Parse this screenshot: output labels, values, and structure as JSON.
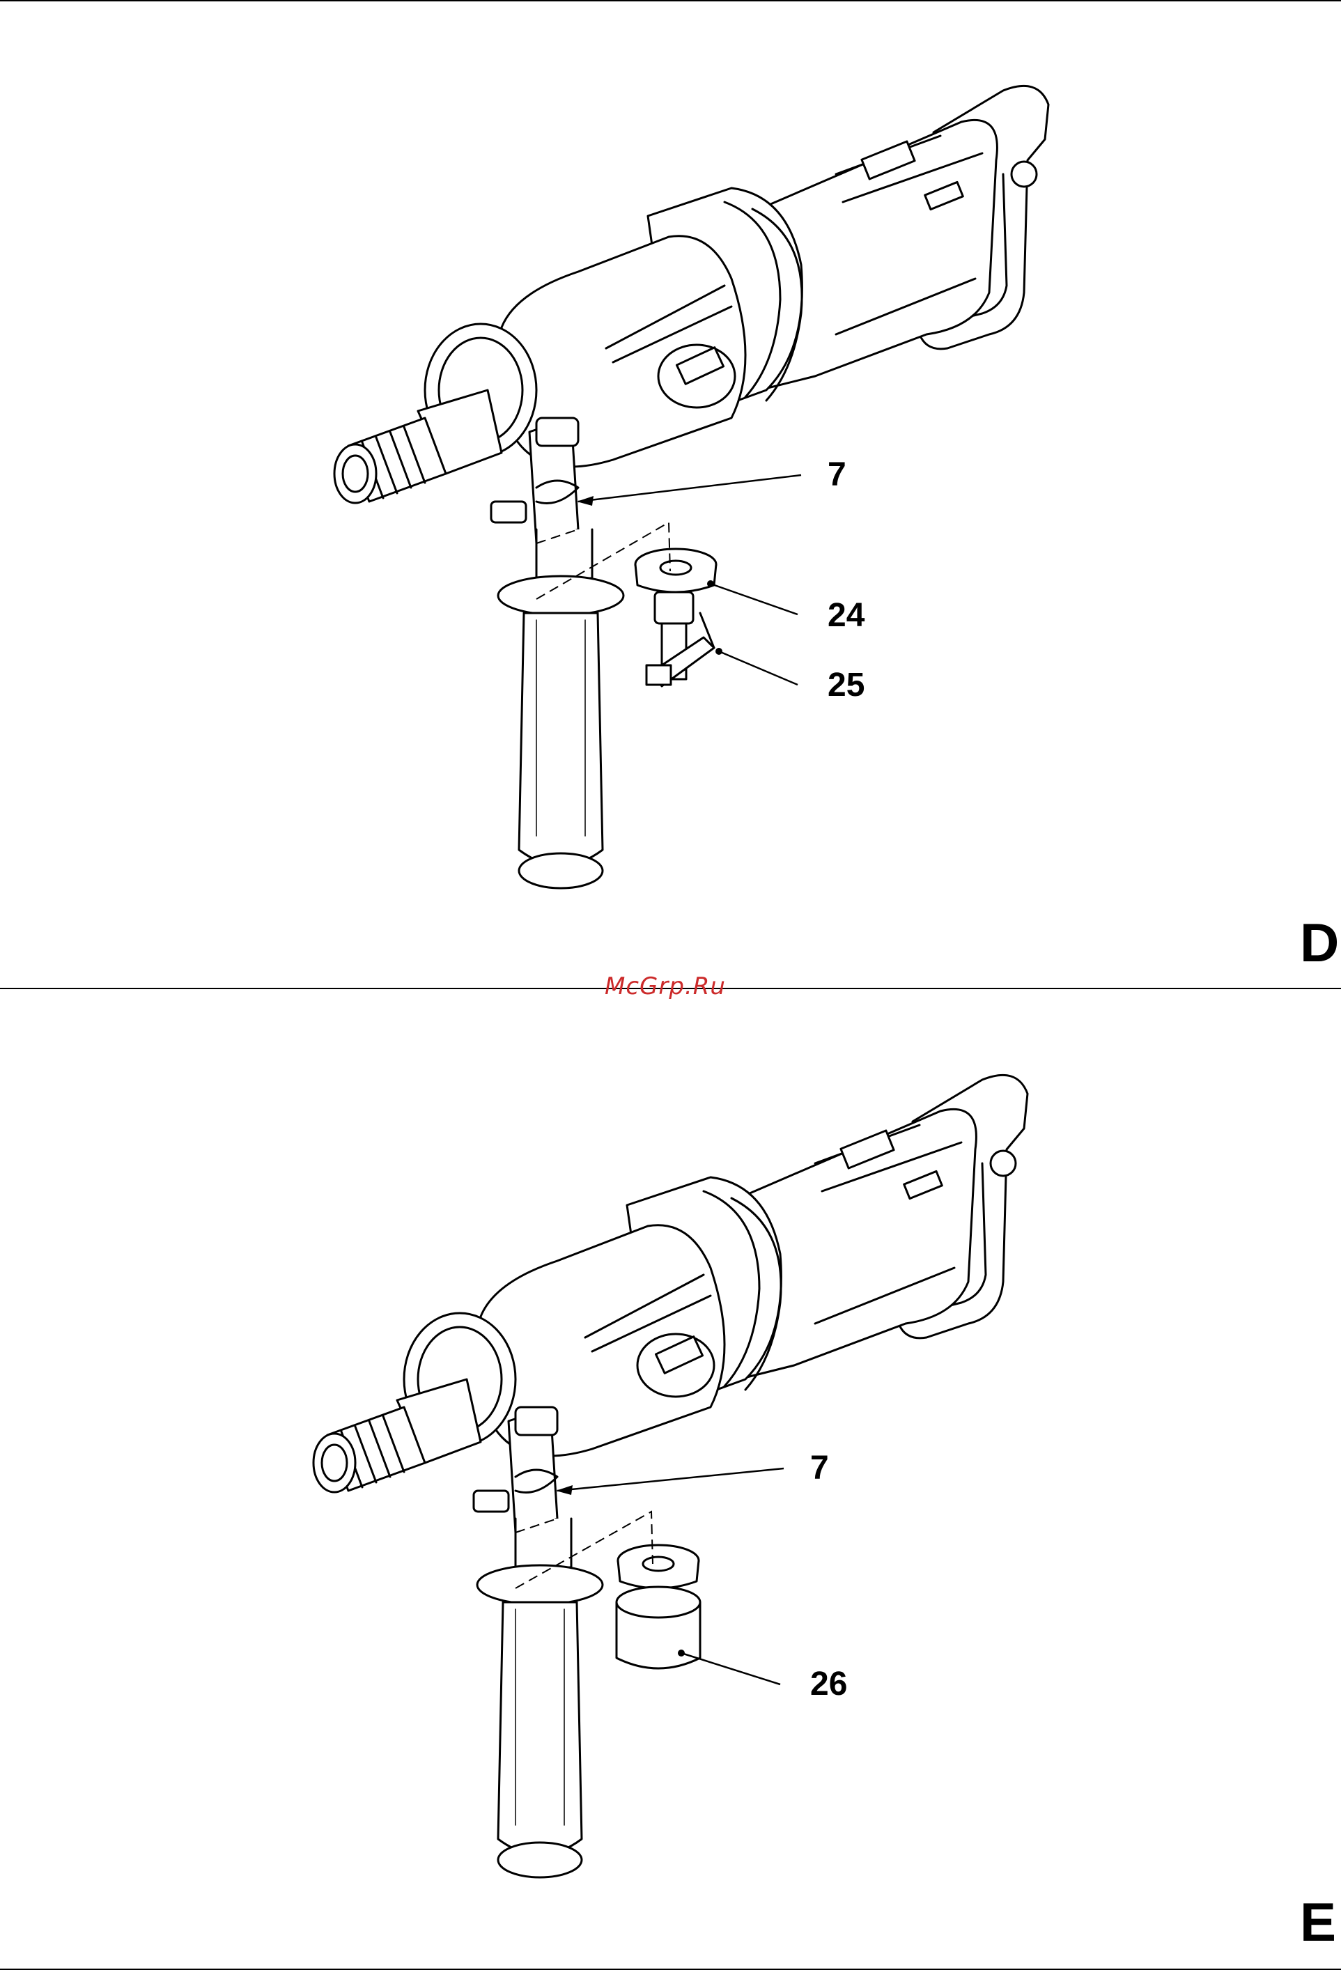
{
  "watermark": "McGrp.Ru",
  "colors": {
    "line": "#000000",
    "watermark": "#cc2a2a"
  },
  "figure_d": {
    "letter": "D",
    "callouts": [
      "7",
      "24",
      "25"
    ],
    "parts": [
      "rotary-hammer",
      "side-handle",
      "depth-stop-clamp",
      "adapter-24",
      "crank-25"
    ]
  },
  "figure_e": {
    "letter": "E",
    "callouts": [
      "7",
      "26"
    ],
    "parts": [
      "rotary-hammer",
      "side-handle",
      "depth-stop-clamp",
      "adapter-26"
    ]
  }
}
